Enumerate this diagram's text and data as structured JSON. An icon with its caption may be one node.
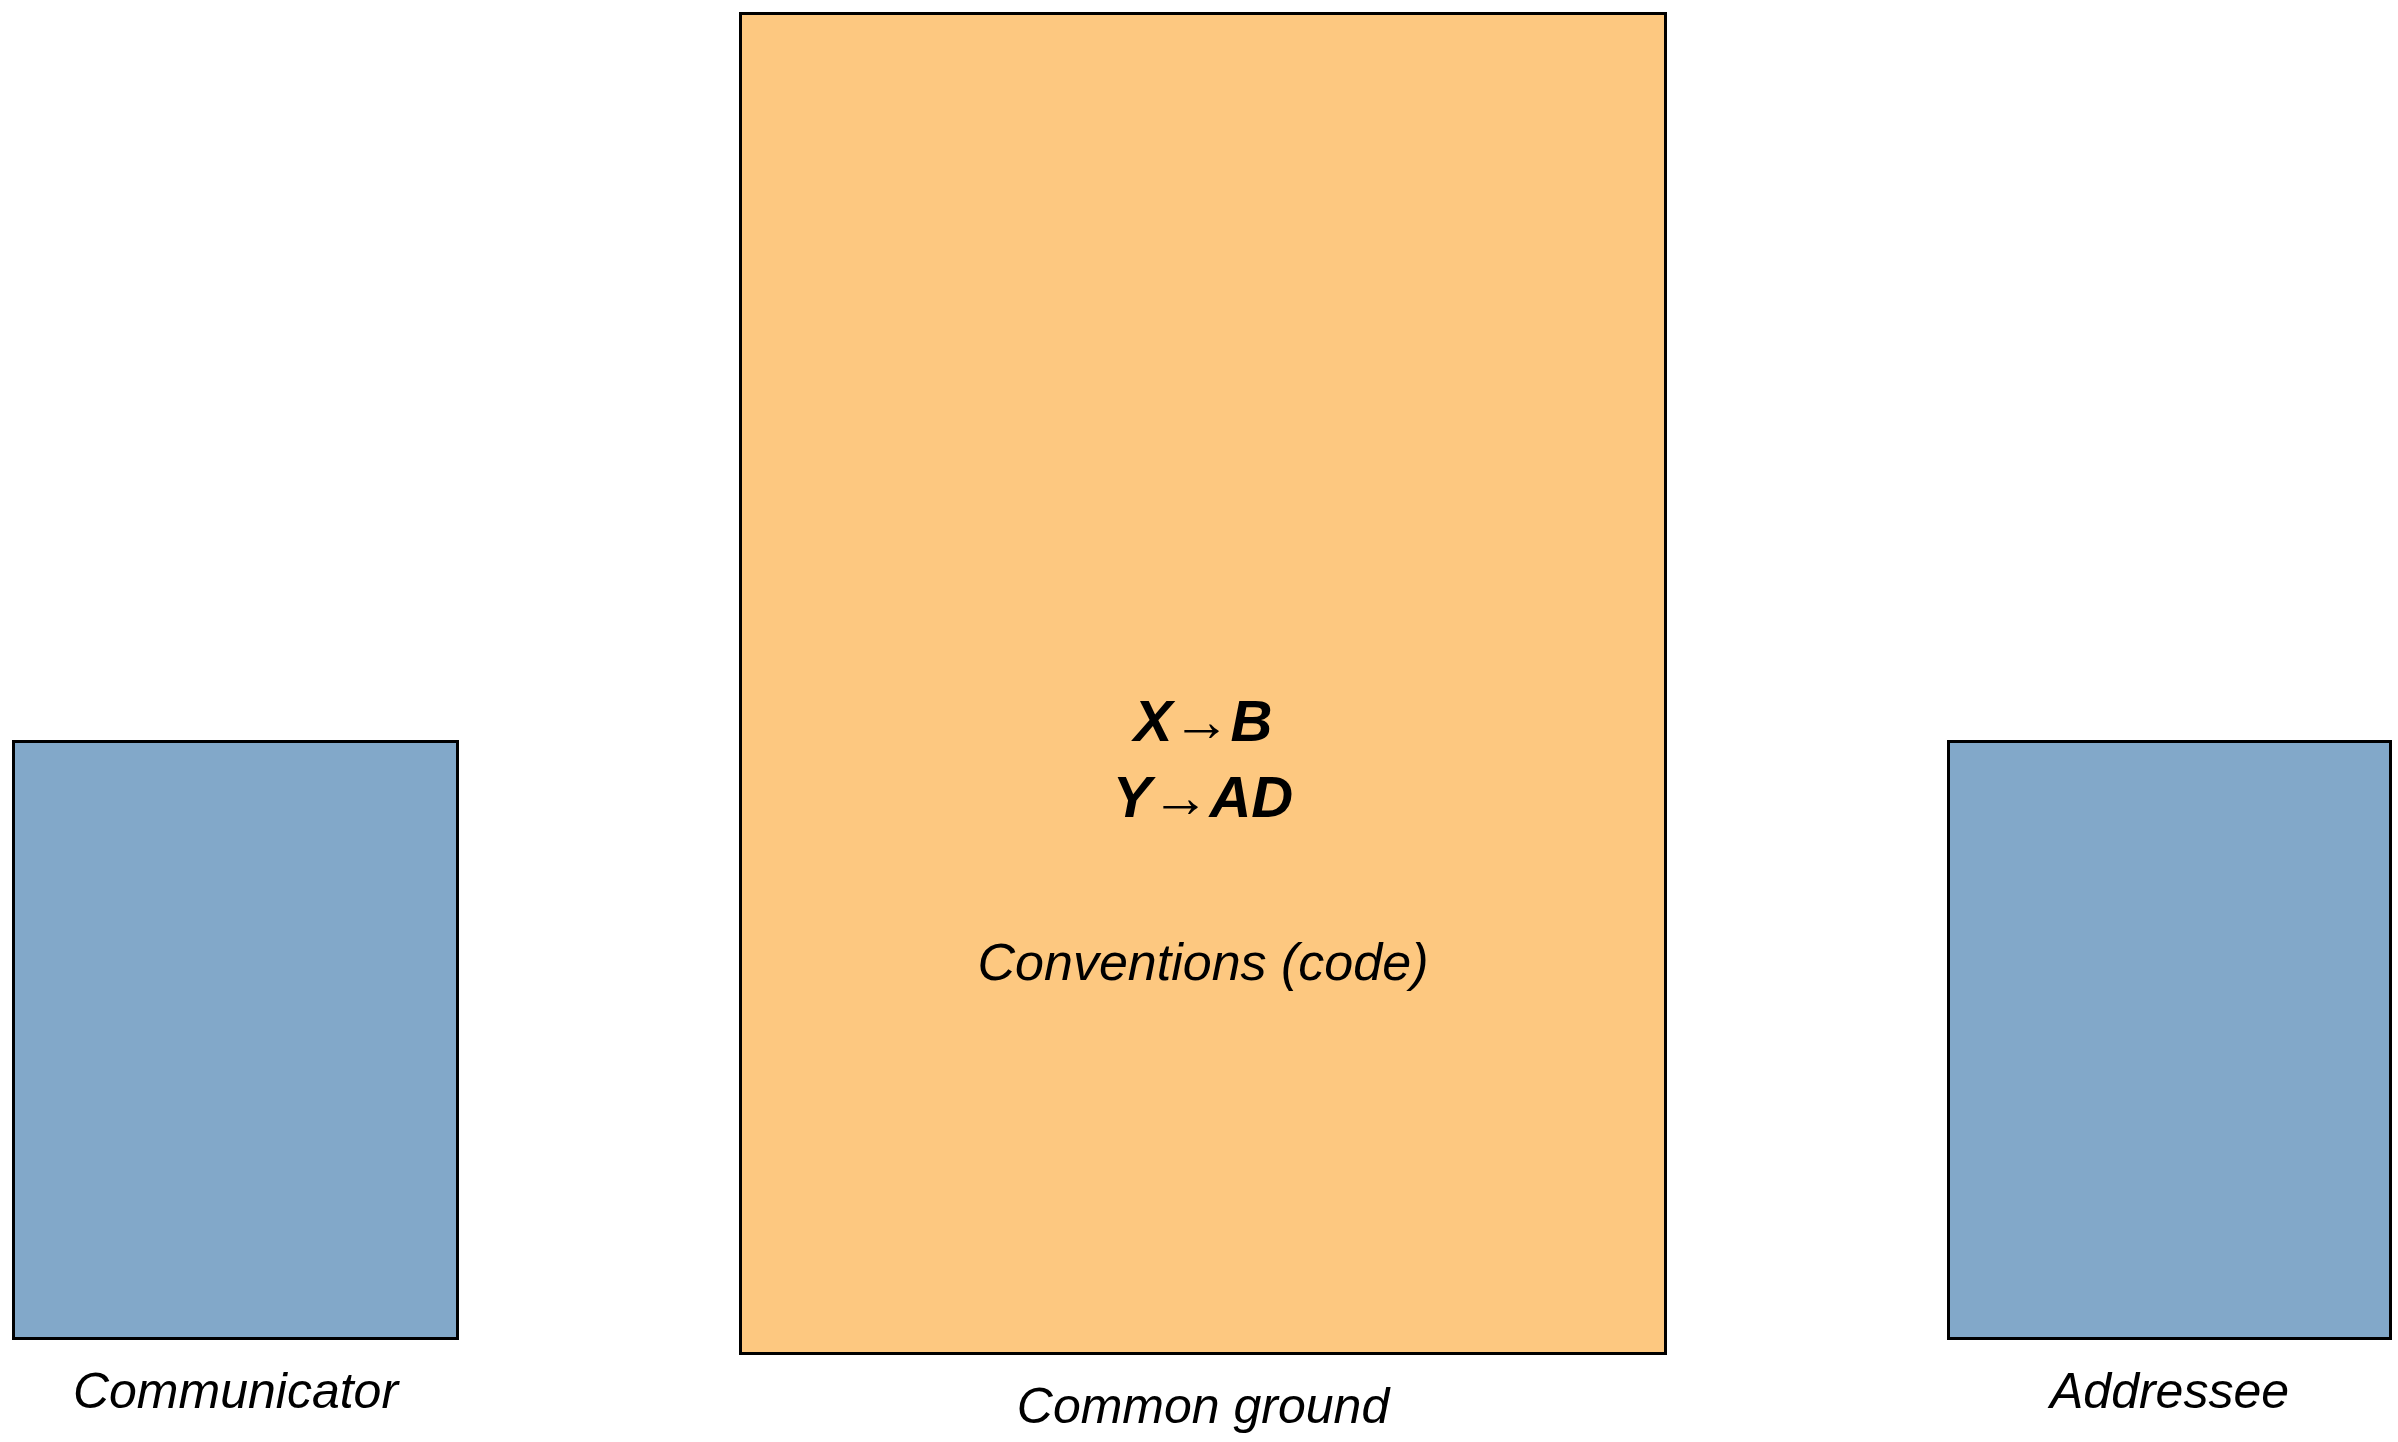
{
  "diagram": {
    "nodes": [
      {
        "text": [
          "Communicator"
        ]
      },
      {
        "text": [
          "X→B",
          "Y→AD",
          "Conventions (code)",
          "Common ground"
        ]
      },
      {
        "text": [
          "Addressee"
        ]
      }
    ],
    "edges": []
  }
}
